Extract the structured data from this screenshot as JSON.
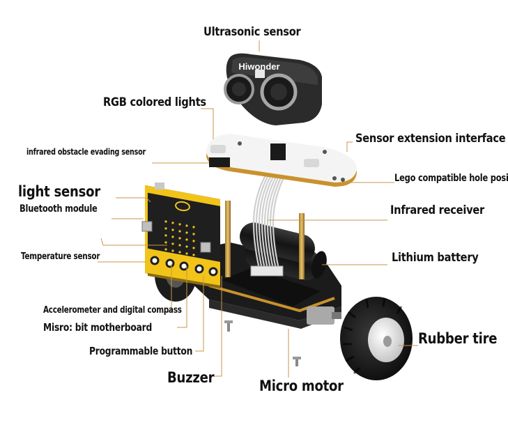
{
  "labels": {
    "ultrasonic_sensor": "Ultrasonic sensor",
    "rgb_colored_lights": "RGB colored lights",
    "infrared_obstacle_sensor": "infrared obstacle evading sensor",
    "sensor_extension_interface": "Sensor extension interface",
    "lego_hole_position": "Lego compatible hole position",
    "light_sensor": "light sensor",
    "bluetooth_module": "Bluetooth module",
    "infrared_receiver": "Infrared receiver",
    "temperature_sensor": "Temperature sensor",
    "lithium_battery": "Lithium battery",
    "accelerometer_compass": "Accelerometer and digital compass",
    "microbit_motherboard": "Misro: bit motherboard",
    "programmable_button": "Programmable button",
    "rubber_tire": "Rubber tire",
    "buzzer": "Buzzer",
    "micro_motor": "Micro motor"
  },
  "brand": {
    "sensor_logo": "Hiwonder"
  },
  "colors": {
    "leader_line": "#c8964a",
    "board_yellow": "#f2c41a",
    "board_dark": "#2a2a2a",
    "pcb_white": "#f4f4f4",
    "pcb_edge": "#c9922d",
    "chassis_black": "#1b1b1b",
    "tire_black": "#141414",
    "hub_gray": "#e6e6e6",
    "ribbon_gray": "#cfcfcf",
    "sensor_shell": "#2b2b2b"
  }
}
